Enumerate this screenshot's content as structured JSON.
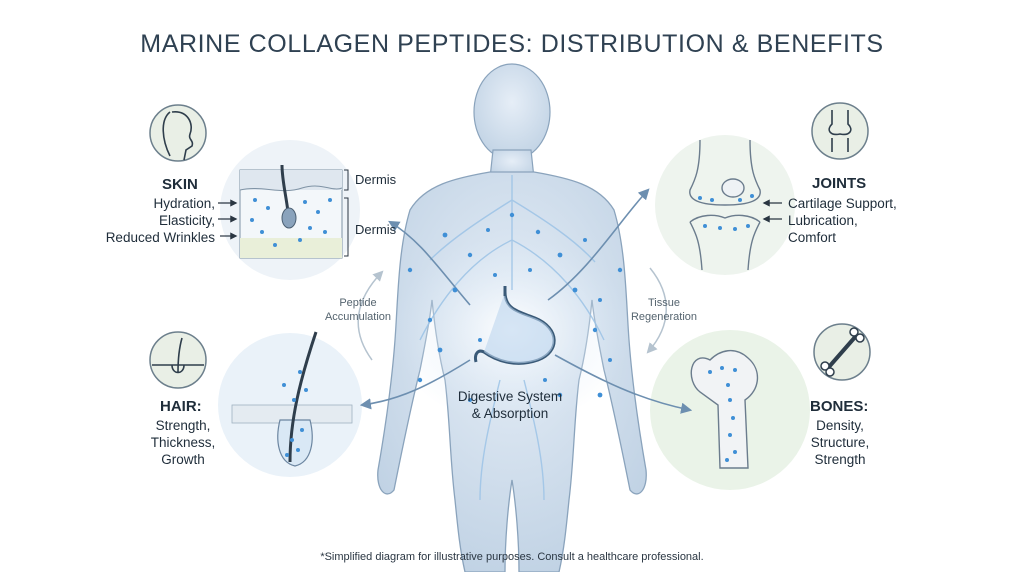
{
  "title": "MARINE COLLAGEN PEPTIDES: DISTRIBUTION & BENEFITS",
  "skin": {
    "heading": "SKIN",
    "benefits": [
      "Hydration,",
      "Elasticity,",
      "Reduced Wrinkles"
    ],
    "layer_labels": [
      "Dermis",
      "Dermis"
    ],
    "icon": "face-profile-icon"
  },
  "hair": {
    "heading": "HAIR:",
    "benefits": [
      "Strength,",
      "Thickness,",
      "Growth"
    ],
    "icon": "hair-follicle-icon"
  },
  "joints": {
    "heading": "JOINTS",
    "benefits": [
      "Cartilage Support,",
      "Lubrication,",
      "Comfort"
    ],
    "icon": "knee-joint-icon"
  },
  "bones": {
    "heading": "BONES:",
    "benefits": [
      "Density,",
      "Structure,",
      "Strength"
    ],
    "icon": "bone-icon"
  },
  "cycle_labels": {
    "left": [
      "Peptide",
      "Accumulation"
    ],
    "right": [
      "Tissue",
      "Regeneration"
    ]
  },
  "center_label": [
    "Digestive System",
    "& Absorption"
  ],
  "footnote": "*Simplified diagram for illustrative purposes. Consult a healthcare professional.",
  "colors": {
    "title": "#2f4152",
    "body_fill": "#cfdcea",
    "peptide_dot": "#3f8fd6",
    "accent_blue": "#6ea6d8",
    "circle_bg": "#e9efe6"
  }
}
